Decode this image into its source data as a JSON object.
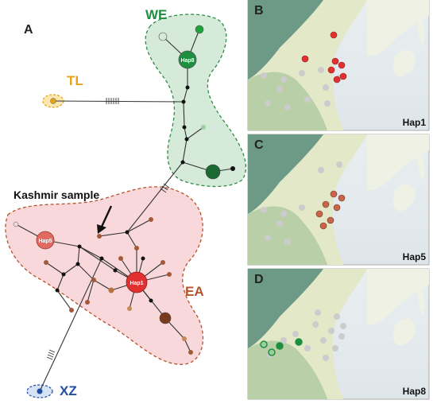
{
  "panels": {
    "a": "A",
    "b": "B",
    "c": "C",
    "d": "D"
  },
  "groups": {
    "we": "WE",
    "tl": "TL",
    "ea": "EA",
    "xz": "XZ"
  },
  "haplotypes": {
    "hap1": "Hap1",
    "hap5": "Hap5",
    "hap8": "Hap8"
  },
  "annotation": "Kashmir sample",
  "maps": {
    "b_label": "Hap1",
    "c_label": "Hap5",
    "d_label": "Hap8"
  },
  "colors": {
    "we": "#1e8f3e",
    "tl": "#e8a21a",
    "ea": "#b5522a",
    "xz": "#1f4fa3",
    "hap1": "#e0302f"
  }
}
